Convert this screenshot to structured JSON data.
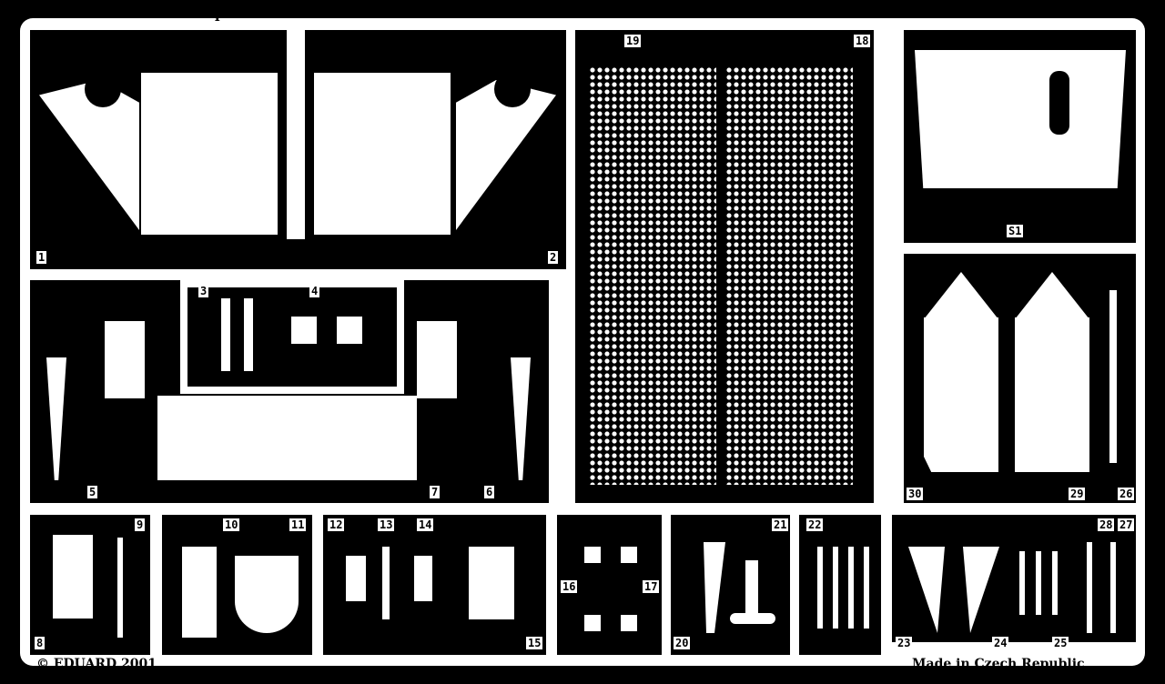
{
  "sheet": {
    "title": "35 857 StuG.IV",
    "subtitle": "part I",
    "brand": "eduard",
    "copyright": "© EDUARD 2001",
    "origin": "Made in Czech Republic"
  },
  "part_numbers": [
    "1",
    "2",
    "3",
    "4",
    "5",
    "6",
    "7",
    "8",
    "9",
    "10",
    "11",
    "12",
    "13",
    "14",
    "15",
    "16",
    "17",
    "19",
    "18",
    "20",
    "21",
    "22",
    "23",
    "24",
    "25",
    "26",
    "27",
    "28",
    "29",
    "30",
    "26",
    "S1"
  ],
  "colors": {
    "metal": "#ffffff",
    "background": "#000000"
  }
}
